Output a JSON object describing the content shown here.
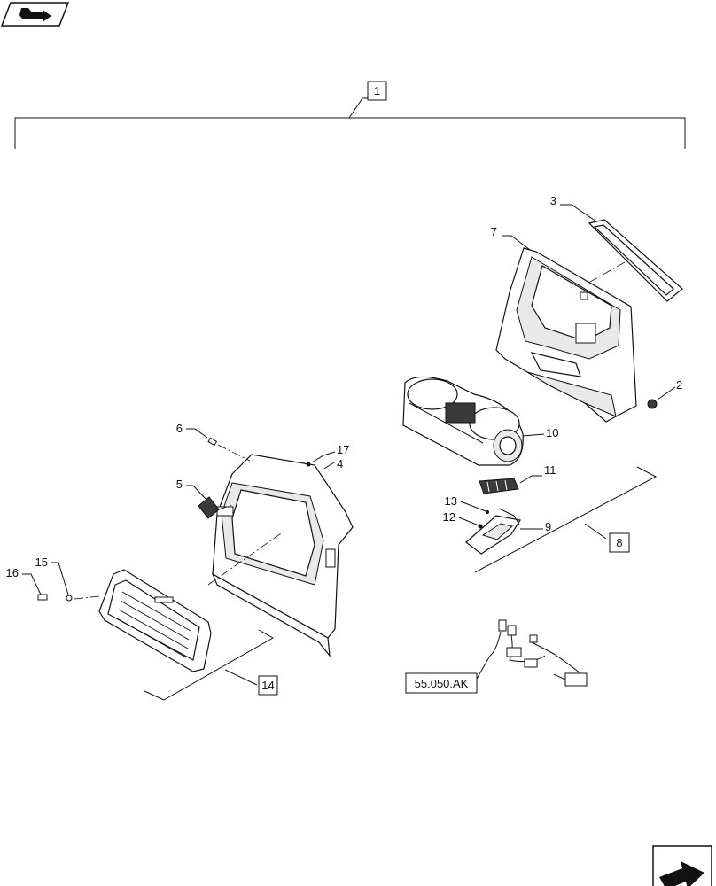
{
  "callouts": {
    "c1": "1",
    "c2": "2",
    "c3": "3",
    "c4": "4",
    "c5": "5",
    "c6": "6",
    "c7": "7",
    "c8": "8",
    "c9": "9",
    "c10": "10",
    "c11": "11",
    "c12": "12",
    "c13": "13",
    "c14": "14",
    "c15": "15",
    "c16": "16",
    "c17": "17"
  },
  "reference": "55.050.AK",
  "icons": {
    "top_left": "book-arrow-icon",
    "bottom_right": "next-page-arrow-icon"
  }
}
